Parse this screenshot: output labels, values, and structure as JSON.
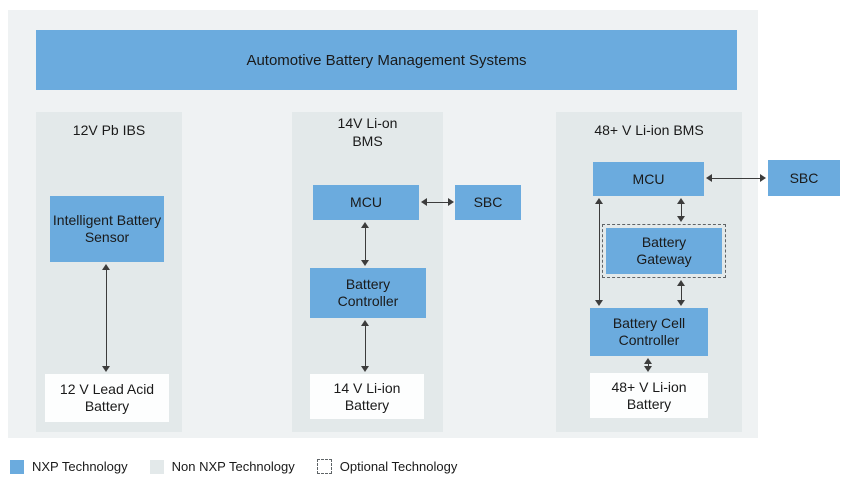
{
  "title": "Automotive Battery Management Systems",
  "colors": {
    "nxp_blue": "#6babde",
    "panel_background": "#eff2f3",
    "column_background": "#e3e9ea",
    "non_nxp_box": "#fdfefe",
    "arrow": "#3c3c3c",
    "text": "#1a1a1a"
  },
  "columns": [
    {
      "header": "12V Pb IBS",
      "boxes": {
        "sensor": "Intelligent Battery Sensor",
        "battery": "12 V Lead Acid Battery"
      }
    },
    {
      "header": "14V Li-on BMS",
      "boxes": {
        "mcu": "MCU",
        "sbc": "SBC",
        "controller": "Battery Controller",
        "battery": "14 V Li-ion Battery"
      }
    },
    {
      "header": "48+ V Li-ion BMS",
      "boxes": {
        "mcu": "MCU",
        "sbc": "SBC",
        "gateway": "Battery Gateway",
        "cell_controller": "Battery Cell Controller",
        "battery": "48+ V Li-ion Battery"
      }
    }
  ],
  "legend": [
    {
      "label": "NXP Technology",
      "type": "nxp"
    },
    {
      "label": "Non NXP Technology",
      "type": "non-nxp"
    },
    {
      "label": "Optional Technology",
      "type": "optional"
    }
  ]
}
